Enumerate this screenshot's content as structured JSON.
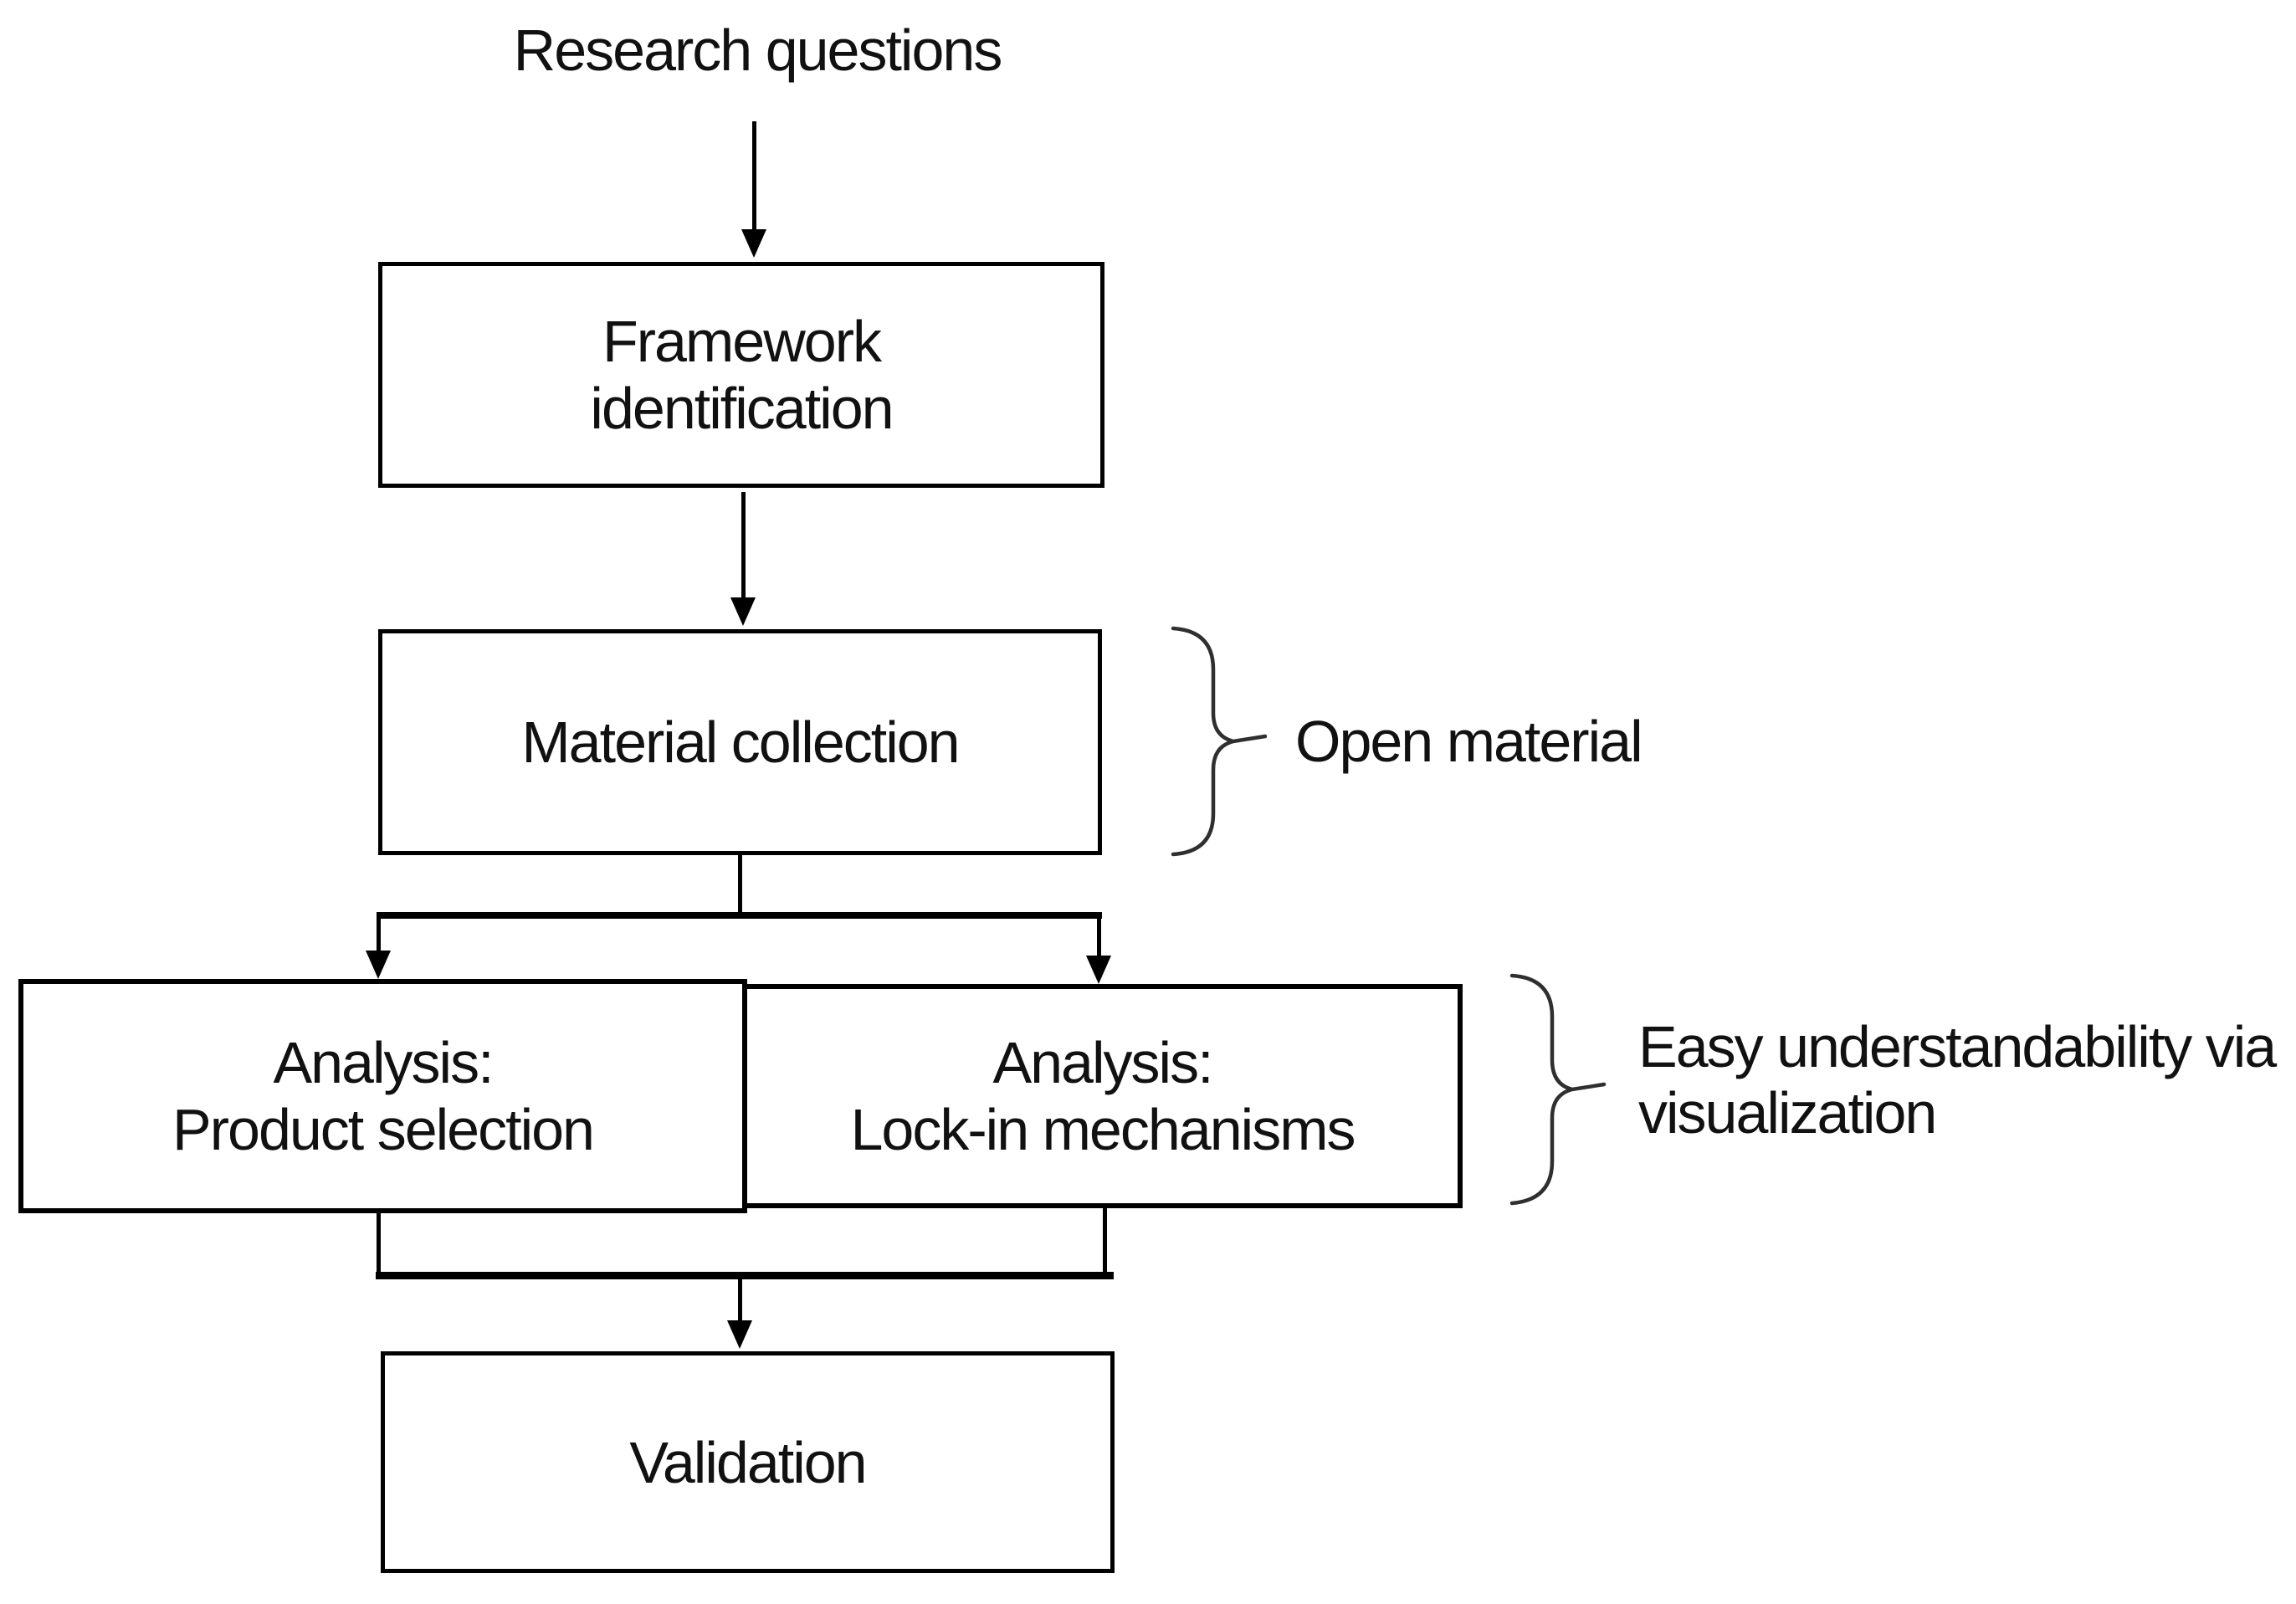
{
  "diagram": {
    "type": "flowchart",
    "background": "#ffffff",
    "line_color": "#000000",
    "text_color": "#111111",
    "brace_color": "#2f2f2f",
    "nodes": {
      "research": {
        "label": "Research questions"
      },
      "framework": {
        "line1": "Framework",
        "line2": "identification"
      },
      "material": {
        "label": "Material collection"
      },
      "analysis_left": {
        "line1": "Analysis:",
        "line2": "Product selection"
      },
      "analysis_right": {
        "line1": "Analysis:",
        "line2": "Lock-in mechanisms"
      },
      "validation": {
        "label": "Validation"
      }
    },
    "annotations": {
      "open_material": {
        "label": "Open material"
      },
      "easy_understandability": {
        "line1": "Easy understandability via",
        "line2": "visualization"
      }
    },
    "edges": [
      {
        "from": "research",
        "to": "framework"
      },
      {
        "from": "framework",
        "to": "material"
      },
      {
        "from": "material",
        "to": "analysis_left"
      },
      {
        "from": "material",
        "to": "analysis_right"
      },
      {
        "from": "analysis_left",
        "to": "validation"
      },
      {
        "from": "analysis_right",
        "to": "validation"
      }
    ]
  }
}
